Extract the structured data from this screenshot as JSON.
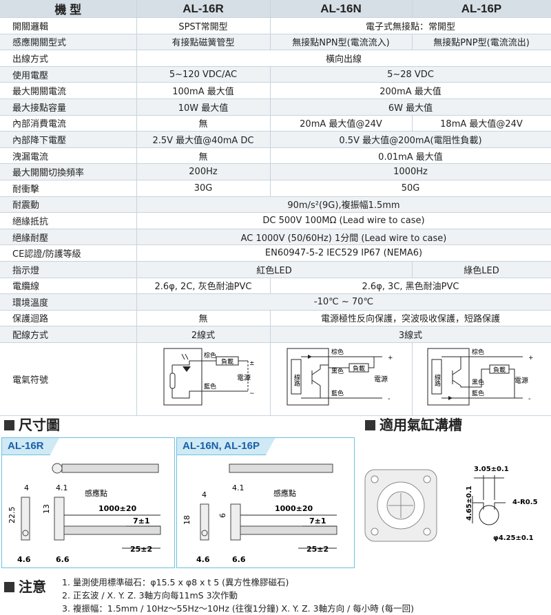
{
  "header": {
    "model": "機 型",
    "r": "AL-16R",
    "n": "AL-16N",
    "p": "AL-16P"
  },
  "rows": [
    {
      "label": "開關邏輯",
      "r": "SPST常開型",
      "np": "電子式無接點：常開型"
    },
    {
      "label": "感應開關型式",
      "r": "有接點磁簧管型",
      "n": "無接點NPN型(電流流入)",
      "p": "無接點PNP型(電流流出)"
    },
    {
      "label": "出線方式",
      "all": "橫向出線"
    },
    {
      "label": "使用電壓",
      "r": "5~120 VDC/AC",
      "np": "5~28 VDC"
    },
    {
      "label": "最大開關電流",
      "r": "100mA 最大值",
      "np": "200mA 最大值"
    },
    {
      "label": "最大接點容量",
      "r": "10W 最大值",
      "np": "6W 最大值"
    },
    {
      "label": "內部消費電流",
      "r": "無",
      "n": "20mA 最大值@24V",
      "p": "18mA 最大值@24V"
    },
    {
      "label": "內部降下電壓",
      "r": "2.5V 最大值@40mA DC",
      "np": "0.5V 最大值@200mA(電阻性負載)"
    },
    {
      "label": "洩漏電流",
      "r": "無",
      "np": "0.01mA 最大值"
    },
    {
      "label": "最大開關切換頻率",
      "r": "200Hz",
      "np": "1000Hz"
    },
    {
      "label": "耐衝擊",
      "r": "30G",
      "np": "50G"
    },
    {
      "label": "耐震動",
      "all": "90m/s²(9G),複振幅1.5mm"
    },
    {
      "label": "絕緣抵抗",
      "all": "DC 500V 100MΩ (Lead wire to case)"
    },
    {
      "label": "絕緣耐壓",
      "all": "AC 1000V (50/60Hz) 1分間 (Lead wire to case)"
    },
    {
      "label": "CE認證/防護等級",
      "all": "EN60947-5-2   IEC529 IP67 (NEMA6)"
    },
    {
      "label": "指示燈",
      "rn": "紅色LED",
      "p": "綠色LED"
    },
    {
      "label": "電纜線",
      "r": "2.6φ, 2C, 灰色耐油PVC",
      "np": "2.6φ, 3C, 黑色耐油PVC"
    },
    {
      "label": "環境溫度",
      "all": "-10℃ ~ 70℃"
    },
    {
      "label": "保護迴路",
      "r": "無",
      "np": "電源極性反向保護，突波吸收保護，短路保護"
    },
    {
      "label": "配線方式",
      "r": "2線式",
      "np": "3線式"
    }
  ],
  "symbol_row": {
    "label": "電氣符號",
    "brown": "棕色",
    "blue": "藍色",
    "black": "黑色",
    "load": "負載",
    "power": "電源",
    "circuit": "線路",
    "plus": "+",
    "minus": "-",
    "ac_plus": "±",
    "ac_minus": "~"
  },
  "dimensions": {
    "title": "尺寸圖",
    "panel_r": {
      "tab": "AL-16R",
      "d4": "4",
      "d41": "4.1",
      "sense": "感應點",
      "d225": "22.5",
      "d13": "13",
      "d1000": "1000±20",
      "d71": "7±1",
      "d46": "4.6",
      "d66": "6.6",
      "d252": "25±2"
    },
    "panel_np": {
      "tab": "AL-16N, AL-16P",
      "d4": "4",
      "d41": "4.1",
      "sense": "感應點",
      "d18": "18",
      "d6": "6",
      "d1000": "1000±20",
      "d71": "7±1",
      "d46": "4.6",
      "d66": "6.6",
      "d252": "25±2"
    }
  },
  "slot": {
    "title": "適用氣缸溝槽",
    "w": "3.05±0.1",
    "h": "4.65±0.1",
    "r": "4-R0.5",
    "d": "φ4.25±0.1"
  },
  "notes": {
    "title": "注意",
    "items": [
      "1. 量測使用標準磁石：φ15.5 x φ8 x t 5 (異方性橡膠磁石)",
      "2. 正玄波 / X. Y. Z. 3軸方向每11mS 3次作動",
      "3. 複振幅：1.5mm / 10Hz～55Hz～10Hz (往復1分鐘) X. Y. Z. 3軸方向 / 每小時 (每一回)"
    ]
  }
}
